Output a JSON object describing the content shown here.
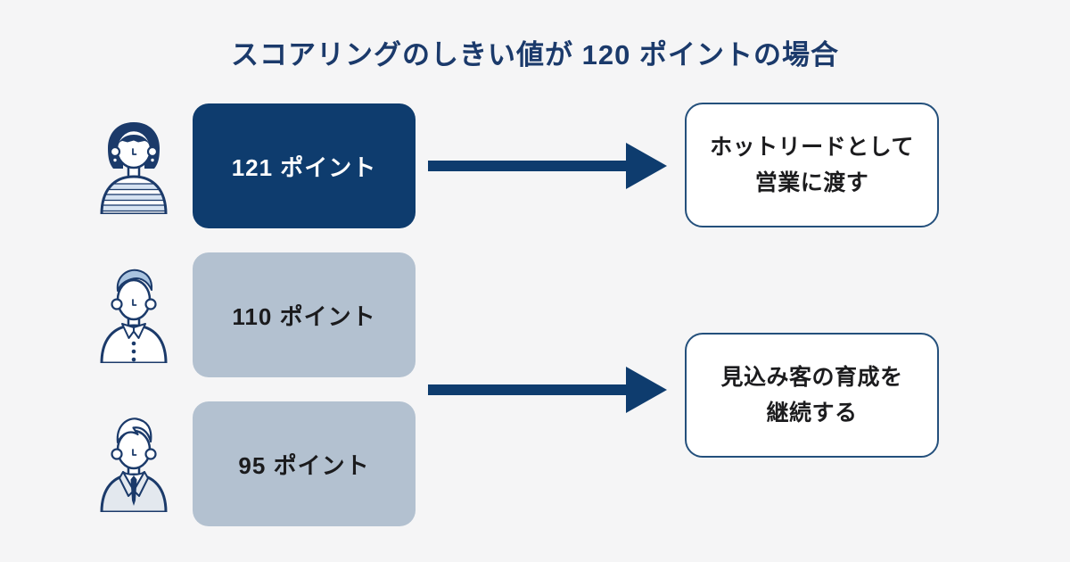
{
  "title": "スコアリングのしきい値が 120 ポイントの場合",
  "threshold_points": "120",
  "colors": {
    "background": "#f5f5f6",
    "title_text": "#1b3a6b",
    "highlight_box_bg": "#0e3c6e",
    "highlight_box_text": "#ffffff",
    "muted_box_bg": "#b3c1d0",
    "muted_box_text": "#1b1b1d",
    "arrow": "#0e3c6e",
    "outcome_box_bg": "#ffffff",
    "outcome_box_border": "#24507c",
    "avatar_outline": "#1b3a6a"
  },
  "leads": [
    {
      "icon": "person-woman-icon",
      "points_label": "121 ポイント",
      "variant": "dark"
    },
    {
      "icon": "person-older-man-icon",
      "points_label": "110 ポイント",
      "variant": "light"
    },
    {
      "icon": "person-businessman-icon",
      "points_label": "95 ポイント",
      "variant": "light"
    }
  ],
  "outcomes": [
    {
      "line1": "ホットリードとして",
      "line2": "営業に渡す"
    },
    {
      "line1": "見込み客の育成を",
      "line2": "継続する"
    }
  ]
}
